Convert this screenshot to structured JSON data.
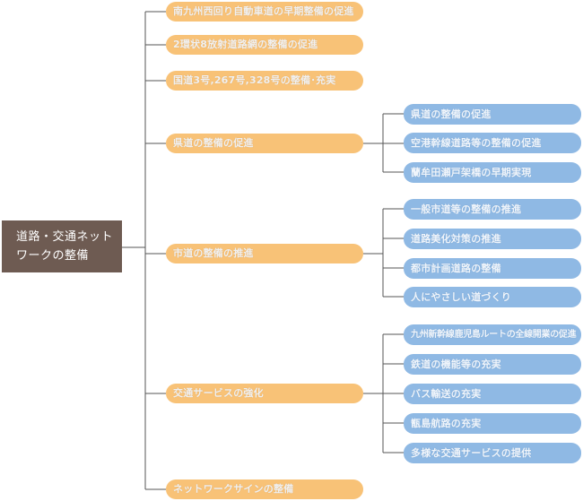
{
  "root": {
    "line1": "道路・交通ネット",
    "line2": "ワークの整備"
  },
  "level1": [
    {
      "label": "南九州西回り自動車道の早期整備の促進"
    },
    {
      "label": "2環状8放射道路網の整備の促進"
    },
    {
      "label": "国道3号,267号,328号の整備･充実"
    },
    {
      "label": "県道の整備の促進"
    },
    {
      "label": "市道の整備の推進"
    },
    {
      "label": "交通サービスの強化"
    },
    {
      "label": "ネットワークサインの整備"
    }
  ],
  "level2": {
    "prefectural_roads": [
      {
        "label": "県道の整備の促進"
      },
      {
        "label": "空港幹線道路等の整備の促進"
      },
      {
        "label": "蘭牟田瀬戸架橋の早期実現"
      }
    ],
    "city_roads": [
      {
        "label": "一般市道等の整備の推進"
      },
      {
        "label": "道路美化対策の推進"
      },
      {
        "label": "都市計画道路の整備"
      },
      {
        "label": "人にやさしい道づくり"
      }
    ],
    "transport_services": [
      {
        "label": "九州新幹線鹿児島ルートの全線開業の促進"
      },
      {
        "label": "鉄道の機能等の充実"
      },
      {
        "label": "バス輸送の充実"
      },
      {
        "label": "甑島航路の充実"
      },
      {
        "label": "多様な交通サービスの提供"
      }
    ]
  },
  "colors": {
    "root_fill": "#6e5b52",
    "level1_fill": "#f8c277",
    "level2_fill": "#8fb9e4",
    "connector": "#555555"
  }
}
